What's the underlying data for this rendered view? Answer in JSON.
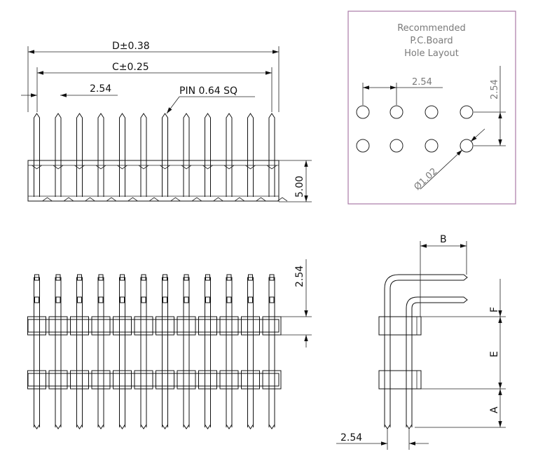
{
  "top_view": {
    "dim_d": "D±0.38",
    "dim_c": "C±0.25",
    "dim_pitch": "2.54",
    "pin_label": "PIN 0.64 SQ",
    "dim_height": "5.00",
    "pin_count": 12
  },
  "pcb_layout": {
    "title_lines": [
      "Recommended",
      "P.C.Board",
      "Hole Layout"
    ],
    "dim_x_pitch": "2.54",
    "dim_y_pitch": "2.54",
    "hole_diameter": "Ø1.02",
    "border_color": "#a97aa6"
  },
  "front_view": {
    "dim_row_pitch": "2.54",
    "pin_count": 12
  },
  "side_view": {
    "dim_b": "B",
    "dim_f": "F",
    "dim_e": "E",
    "dim_a": "A",
    "dim_pitch": "2.54"
  }
}
